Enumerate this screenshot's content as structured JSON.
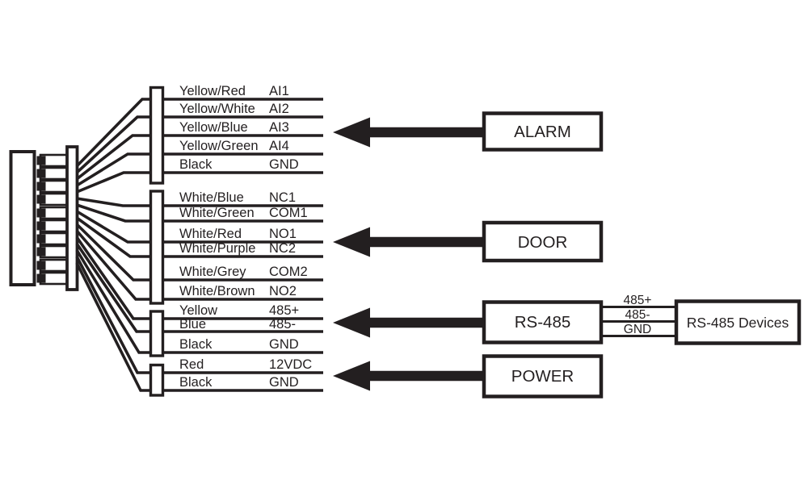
{
  "page": {
    "background": "#ffffff",
    "ink_color": "#231f20"
  },
  "connector": {
    "description": "multi-pin cable connector",
    "pin_count": 10,
    "wire_count": 16
  },
  "groups": [
    {
      "label": "ALARM",
      "wires": [
        {
          "color": "Yellow/Red",
          "signal": "AI1"
        },
        {
          "color": "Yellow/White",
          "signal": "AI2"
        },
        {
          "color": "Yellow/Blue",
          "signal": "AI3"
        },
        {
          "color": "Yellow/Green",
          "signal": "AI4"
        },
        {
          "color": "Black",
          "signal": "GND"
        }
      ]
    },
    {
      "label": "DOOR",
      "wires": [
        {
          "color": "White/Blue",
          "signal": "NC1"
        },
        {
          "color": "White/Green",
          "signal": "COM1"
        },
        {
          "color": "White/Red",
          "signal": "NO1"
        },
        {
          "color": "White/Purple",
          "signal": "NC2"
        },
        {
          "color": "White/Grey",
          "signal": "COM2"
        },
        {
          "color": "White/Brown",
          "signal": "NO2"
        }
      ]
    },
    {
      "label": "RS-485",
      "wires": [
        {
          "color": "Yellow",
          "signal": "485+"
        },
        {
          "color": "Blue",
          "signal": "485-"
        },
        {
          "color": "Black",
          "signal": "GND"
        }
      ]
    },
    {
      "label": "POWER",
      "wires": [
        {
          "color": "Red",
          "signal": "12VDC"
        },
        {
          "color": "Black",
          "signal": "GND"
        }
      ]
    }
  ],
  "rs485_device": {
    "label": "RS-485 Devices",
    "link_lines": [
      "485+",
      "485-",
      "GND"
    ]
  }
}
